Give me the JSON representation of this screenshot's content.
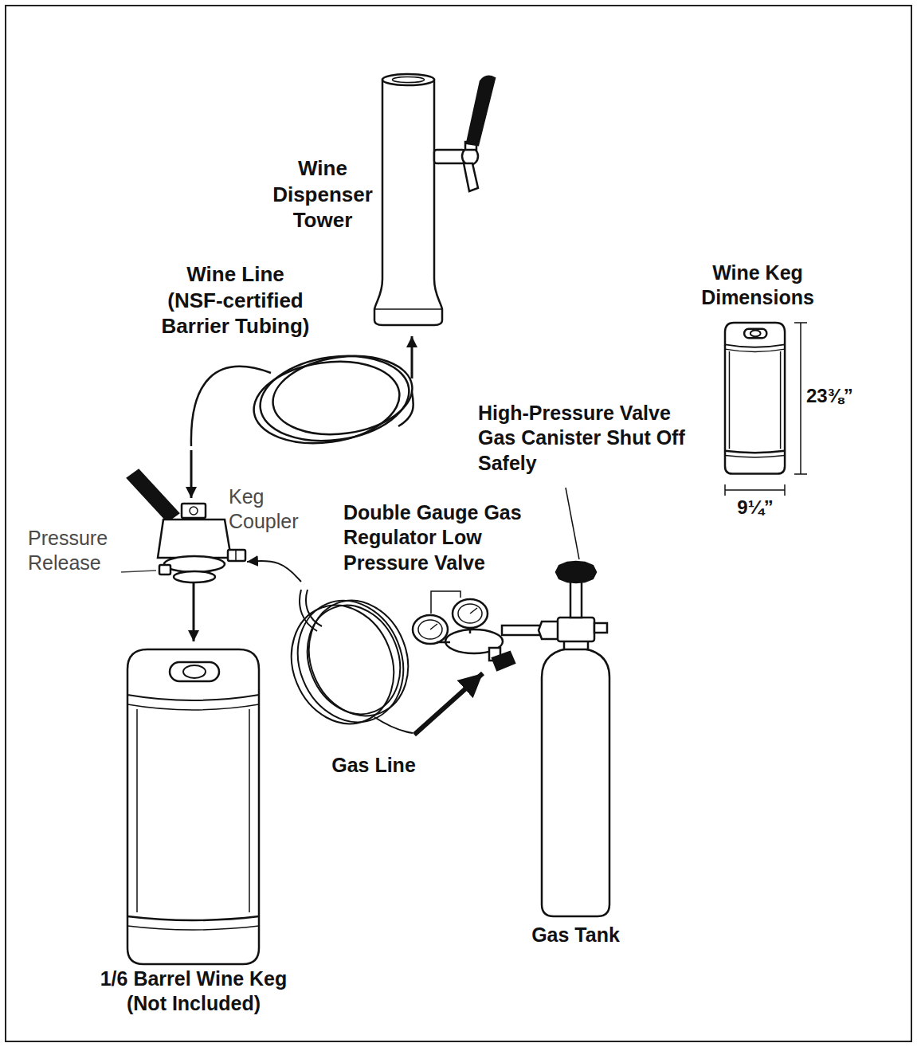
{
  "diagram": {
    "nodes": [
      {
        "text": [
          "Wine Dispenser Tower"
        ]
      },
      {
        "text": [
          "Wine Line (NSF-certified Barrier Tubing)"
        ]
      },
      {
        "text": [
          "Keg Coupler"
        ]
      },
      {
        "text": [
          "1/6 Barrel Wine Keg (Not Included)"
        ]
      },
      {
        "text": [
          "Gas Line"
        ]
      },
      {
        "text": [
          "Double Gauge Gas Regulator Low Pressure Valve"
        ]
      },
      {
        "text": [
          "Gas Tank"
        ]
      }
    ],
    "edges": [
      {
        "from": 1,
        "to": 0,
        "arrow": "to"
      },
      {
        "from": 1,
        "to": 2,
        "arrow": "to"
      },
      {
        "from": 2,
        "to": 3,
        "arrow": "to"
      },
      {
        "from": 4,
        "to": 2,
        "arrow": "to"
      },
      {
        "from": 4,
        "to": 5,
        "arrow": "to"
      }
    ],
    "labels": [
      "Pressure Release",
      "High-Pressure Valve Gas Canister Shut Off Safely",
      "Wine Keg Dimensions",
      "23⅜”",
      "9¼”"
    ]
  }
}
